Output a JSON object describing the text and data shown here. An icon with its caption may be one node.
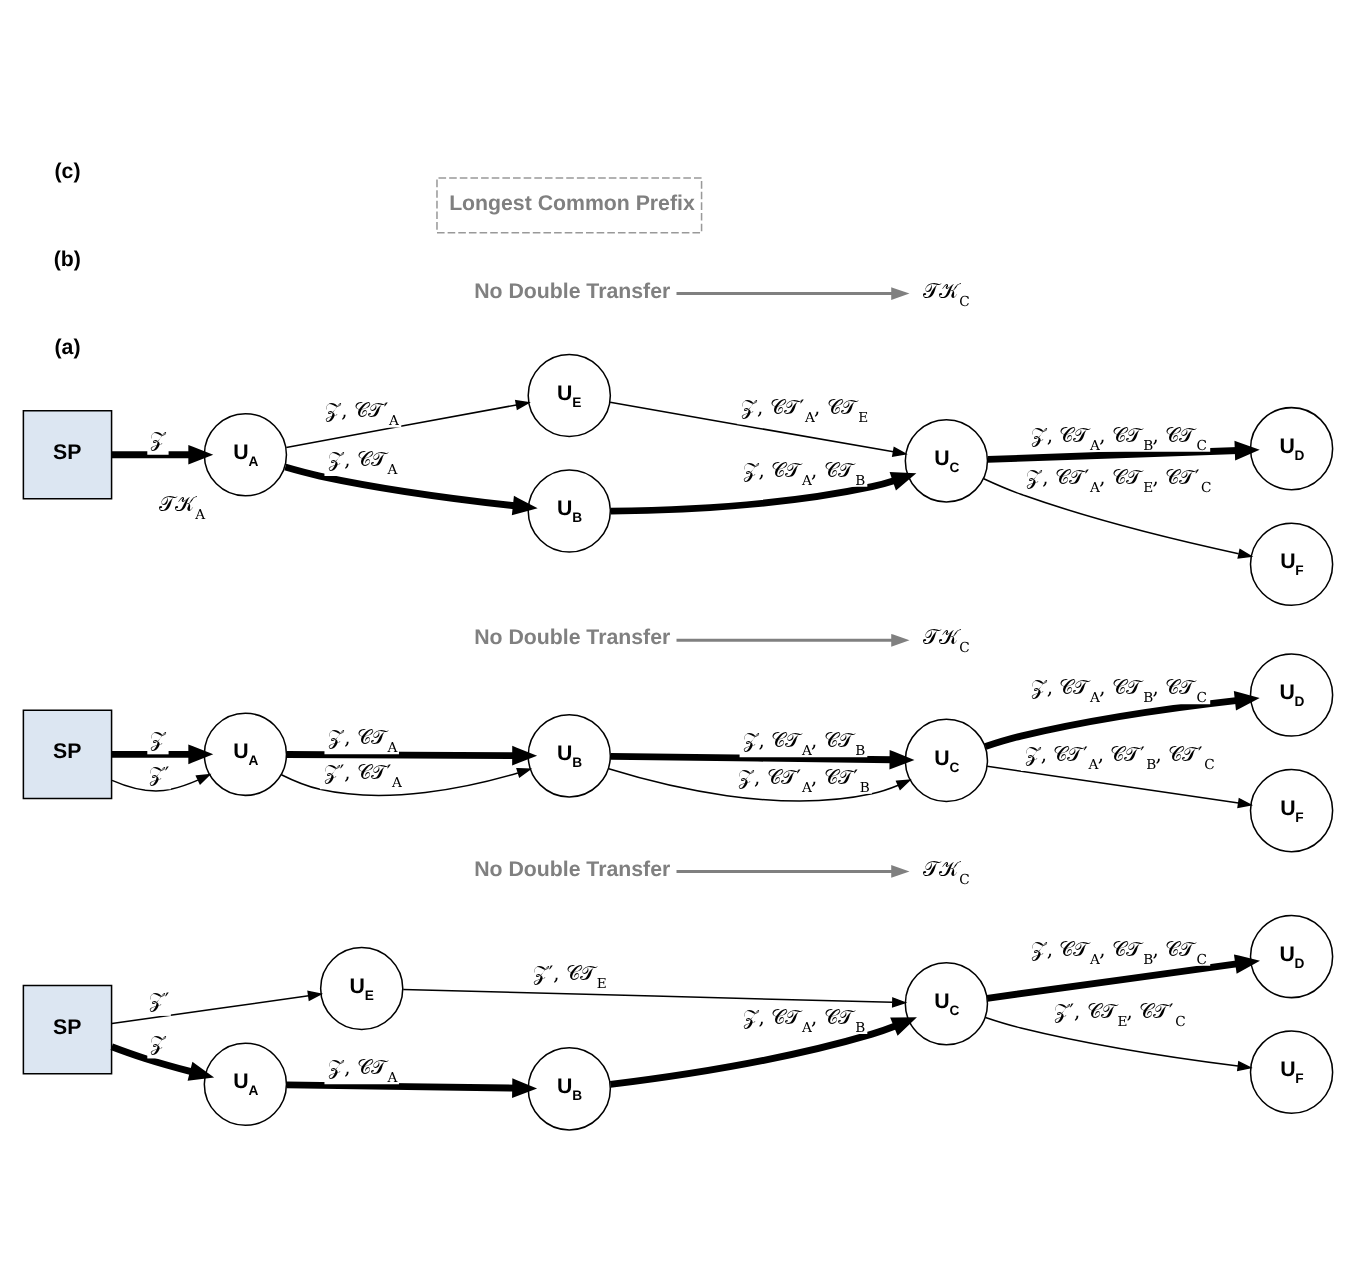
{
  "diagram": {
    "nodes": [
      {
        "text": [
          "SP"
        ]
      },
      {
        "text": [
          "U$_{E}$"
        ]
      },
      {
        "text": [
          "U$_{A}$"
        ]
      },
      {
        "text": [
          "U$_{B}$"
        ]
      },
      {
        "text": [
          "U$_{C}$"
        ]
      },
      {
        "text": [
          "U$_{D}$"
        ]
      },
      {
        "text": [
          "U$_{F}$"
        ]
      },
      {
        "text": [
          "No Double Transfer"
        ]
      },
      {
        "text": [
          "𝒯𝒦$_{C}$"
        ]
      },
      {
        "text": [
          "SP"
        ]
      },
      {
        "text": [
          "U$_{A}$"
        ]
      },
      {
        "text": [
          "U$_{B}$"
        ]
      },
      {
        "text": [
          "U$_{C}$"
        ]
      },
      {
        "text": [
          "U$_{D}$"
        ]
      },
      {
        "text": [
          "U$_{F}$"
        ]
      },
      {
        "text": [
          "No Double Transfer"
        ]
      },
      {
        "text": [
          "𝒯𝒦$_{C}$"
        ]
      },
      {
        "text": [
          "SP"
        ]
      },
      {
        "text": [
          "U$_{E}$"
        ]
      },
      {
        "text": [
          "U$_{A}$"
        ],
        "beside": [
          "𝒯𝒦$_{A}$"
        ]
      },
      {
        "text": [
          "U$_{B}$"
        ]
      },
      {
        "text": [
          "U$_{C}$"
        ]
      },
      {
        "text": [
          "U$_{D}$"
        ]
      },
      {
        "text": [
          "U$_{F}$"
        ]
      },
      {
        "text": [
          "No Double Transfer"
        ]
      },
      {
        "text": [
          "𝒯𝒦$_{C}$"
        ]
      },
      {
        "text": [
          "Longest Common Prefix"
        ]
      }
    ],
    "edges": [
      {
        "from": 0,
        "to": 1,
        "arrow": "to",
        "label": "𝒵′"
      },
      {
        "from": 0,
        "to": 2,
        "arrow": "to",
        "label": "𝒵",
        "style": "thick"
      },
      {
        "from": 2,
        "to": 3,
        "arrow": "to",
        "label": "𝒵, 𝒞𝒯$_{A}$",
        "style": "thick"
      },
      {
        "from": 1,
        "to": 4,
        "arrow": "to",
        "label": "𝒵′, 𝒞𝒯$_{E}$"
      },
      {
        "from": 3,
        "to": 4,
        "arrow": "to",
        "label": "𝒵, 𝒞𝒯$_{A}$, 𝒞𝒯$_{B}$",
        "style": "thick"
      },
      {
        "from": 4,
        "to": 5,
        "arrow": "to",
        "label": "𝒵, 𝒞𝒯$_{A}$, 𝒞𝒯$_{B}$, 𝒞𝒯$_{C}$",
        "style": "thick"
      },
      {
        "from": 4,
        "to": 6,
        "arrow": "to",
        "label": "𝒵′, 𝒞𝒯$_{E}$, 𝒞𝒯′$_{C}$"
      },
      {
        "from": 7,
        "to": 8,
        "arrow": "to",
        "color": "#808080"
      },
      {
        "from": 9,
        "to": 10,
        "arrow": "to",
        "label": "𝒵",
        "style": "thick"
      },
      {
        "from": 9,
        "to": 10,
        "arrow": "to",
        "label": "𝒵′"
      },
      {
        "from": 10,
        "to": 11,
        "arrow": "to",
        "label": "𝒵, 𝒞𝒯$_{A}$",
        "style": "thick"
      },
      {
        "from": 10,
        "to": 11,
        "arrow": "to",
        "label": "𝒵′, 𝒞𝒯′$_{A}$"
      },
      {
        "from": 11,
        "to": 12,
        "arrow": "to",
        "label": "𝒵, 𝒞𝒯$_{A}$, 𝒞𝒯$_{B}$",
        "style": "thick"
      },
      {
        "from": 11,
        "to": 12,
        "arrow": "to",
        "label": "𝒵, 𝒞𝒯′$_{A}$, 𝒞𝒯′$_{B}$"
      },
      {
        "from": 12,
        "to": 13,
        "arrow": "to",
        "label": "𝒵, 𝒞𝒯$_{A}$, 𝒞𝒯$_{B}$, 𝒞𝒯$_{C}$",
        "style": "thick"
      },
      {
        "from": 12,
        "to": 14,
        "arrow": "to",
        "label": "𝒵, 𝒞𝒯′$_{A}$, 𝒞𝒯′$_{B}$, 𝒞𝒯′$_{C}$"
      },
      {
        "from": 15,
        "to": 16,
        "arrow": "to",
        "color": "#808080"
      },
      {
        "from": 17,
        "to": 19,
        "arrow": "to",
        "label": "𝒵",
        "style": "thick"
      },
      {
        "from": 19,
        "to": 18,
        "arrow": "to",
        "label": "𝒵, 𝒞𝒯′$_{A}$"
      },
      {
        "from": 19,
        "to": 20,
        "arrow": "to",
        "label": "𝒵, 𝒞𝒯$_{A}$",
        "style": "thick"
      },
      {
        "from": 18,
        "to": 21,
        "arrow": "to",
        "label": "𝒵, 𝒞𝒯′$_{A}$, 𝒞𝒯$_{E}$"
      },
      {
        "from": 20,
        "to": 21,
        "arrow": "to",
        "label": "𝒵, 𝒞𝒯$_{A}$, 𝒞𝒯$_{B}$",
        "style": "thick"
      },
      {
        "from": 21,
        "to": 22,
        "arrow": "to",
        "label": "𝒵, 𝒞𝒯$_{A}$, 𝒞𝒯$_{B}$, 𝒞𝒯$_{C}$",
        "style": "thick"
      },
      {
        "from": 21,
        "to": 23,
        "arrow": "to",
        "label": "𝒵, 𝒞𝒯′$_{A}$, 𝒞𝒯$_{E}$, 𝒞𝒯′$_{C}$"
      },
      {
        "from": 24,
        "to": 25,
        "arrow": "to",
        "color": "#808080"
      }
    ],
    "labels": [
      "(a)",
      "(b)",
      "(c)"
    ]
  }
}
